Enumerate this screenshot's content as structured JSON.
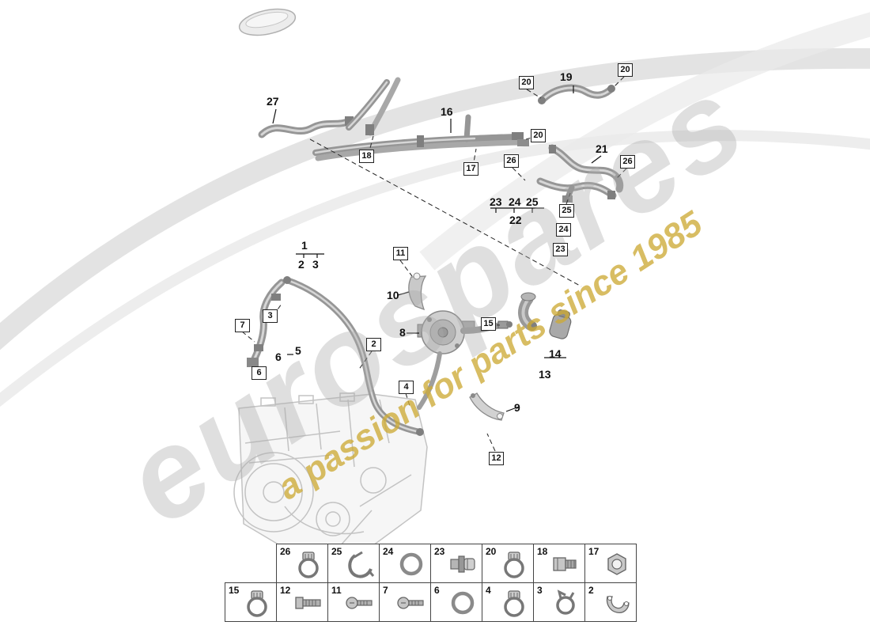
{
  "watermark": {
    "brand": "eurospares",
    "tagline": "a passion for parts since 1985",
    "brand_color": "#aaaaaa",
    "tagline_color": "#cdaa37"
  },
  "callouts": {
    "plain": [
      {
        "label": "27"
      },
      {
        "label": "16"
      },
      {
        "label": "19"
      },
      {
        "label": "21"
      },
      {
        "label": "23"
      },
      {
        "label": "24"
      },
      {
        "label": "25"
      },
      {
        "label": "22"
      },
      {
        "label": "1"
      },
      {
        "label": "2"
      },
      {
        "label": "3"
      },
      {
        "label": "10"
      },
      {
        "label": "8"
      },
      {
        "label": "5"
      },
      {
        "label": "6"
      },
      {
        "label": "14"
      },
      {
        "label": "13"
      },
      {
        "label": "9"
      }
    ],
    "boxed": [
      {
        "label": "20"
      },
      {
        "label": "20"
      },
      {
        "label": "18"
      },
      {
        "label": "17"
      },
      {
        "label": "20"
      },
      {
        "label": "26"
      },
      {
        "label": "26"
      },
      {
        "label": "25"
      },
      {
        "label": "24"
      },
      {
        "label": "23"
      },
      {
        "label": "11"
      },
      {
        "label": "3"
      },
      {
        "label": "7"
      },
      {
        "label": "15"
      },
      {
        "label": "2"
      },
      {
        "label": "6"
      },
      {
        "label": "4"
      },
      {
        "label": "12"
      }
    ]
  },
  "legend": {
    "top_row": [
      {
        "num": "26",
        "icon": "hose-clamp-icon"
      },
      {
        "num": "25",
        "icon": "spring-clip-icon"
      },
      {
        "num": "24",
        "icon": "o-ring-icon"
      },
      {
        "num": "23",
        "icon": "connector-icon"
      },
      {
        "num": "20",
        "icon": "hose-clamp-icon"
      },
      {
        "num": "18",
        "icon": "sealing-plug-icon"
      },
      {
        "num": "17",
        "icon": "hex-nut-icon"
      }
    ],
    "bottom_row": [
      {
        "num": "15",
        "icon": "hose-clamp-icon"
      },
      {
        "num": "12",
        "icon": "hex-bolt-icon"
      },
      {
        "num": "11",
        "icon": "screw-icon"
      },
      {
        "num": "7",
        "icon": "screw-icon"
      },
      {
        "num": "6",
        "icon": "o-ring-icon"
      },
      {
        "num": "4",
        "icon": "hose-clamp-icon"
      },
      {
        "num": "3",
        "icon": "ear-clamp-icon"
      },
      {
        "num": "2",
        "icon": "bracket-icon"
      }
    ]
  }
}
